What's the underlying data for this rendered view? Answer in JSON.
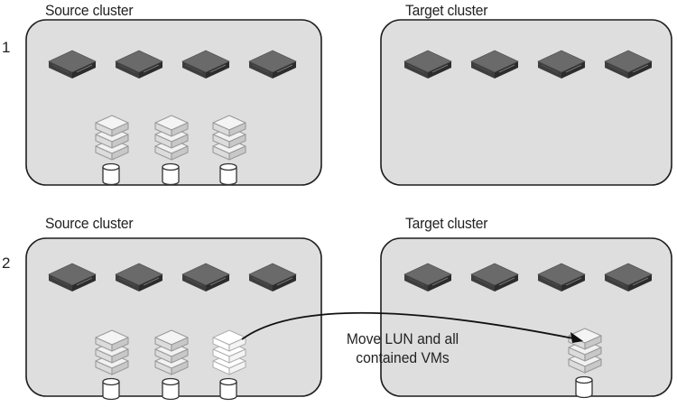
{
  "steps": [
    {
      "number": "1",
      "source_label": "Source cluster",
      "target_label": "Target cluster"
    },
    {
      "number": "2",
      "source_label": "Source cluster",
      "target_label": "Target cluster"
    }
  ],
  "annotation": {
    "line1": "Move LUN and all",
    "line2": "contained VMs"
  },
  "icons": {
    "host": "server-host-icon",
    "vm": "vm-stack-icon",
    "lun": "lun-datastore-icon"
  }
}
